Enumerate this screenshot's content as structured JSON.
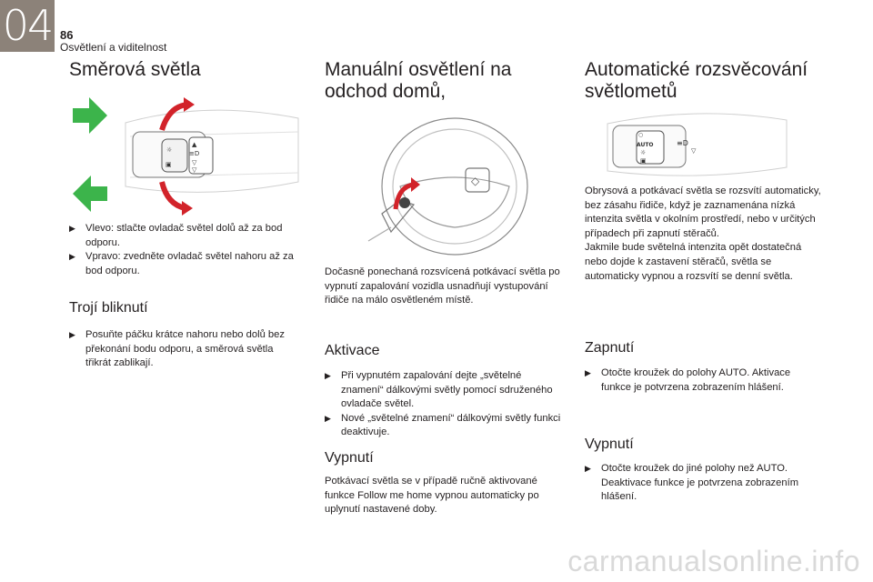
{
  "header": {
    "chapter": "04",
    "page_number": "86",
    "section": "Osvětlení a viditelnost"
  },
  "col1": {
    "title": "Směrová světla",
    "items": [
      "Vlevo: stlačte ovladač světel dolů až za bod odporu.",
      "Vpravo: zvedněte ovladač světel nahoru až za bod odporu."
    ],
    "sub_title": "Trojí bliknutí",
    "sub_items": [
      "Posuňte páčku krátce nahoru nebo dolů bez překonání bodu odporu, a směrová světla třikrát zablikají."
    ]
  },
  "col2": {
    "title": "Manuální osvětlení na odchod domů,",
    "intro": "Dočasně ponechaná rozsvícená potkávací světla po vypnutí zapalování vozidla usnadňují vystupování řidiče na málo osvětleném místě.",
    "activation_title": "Aktivace",
    "activation_items": [
      "Při vypnutém zapalování dejte „světelné znamení“ dálkovými světly pomocí sdruženého ovladače světel.",
      "Nové „světelné znamení“ dálkovými světly funkci deaktivuje."
    ],
    "off_title": "Vypnutí",
    "off_text": "Potkávací světla se v případě ručně aktivované funkce Follow me home vypnou automaticky po uplynutí nastavené doby."
  },
  "col3": {
    "title": "Automatické rozsvěcování světlometů",
    "intro": "Obrysová a potkávací světla se rozsvítí automaticky, bez zásahu řidiče, když je zaznamenána nízká intenzita světla v okolním prostředí, nebo v určitých případech při zapnutí stěračů.\nJakmile bude světelná intenzita opět dostatečná nebo dojde k zastavení stěračů, světla se automaticky vypnou a rozsvítí se denní světla.",
    "on_title": "Zapnutí",
    "on_items": [
      "Otočte kroužek do polohy AUTO. Aktivace funkce je potvrzena zobrazením hlášení."
    ],
    "off_title": "Vypnutí",
    "off_items": [
      "Otočte kroužek do jiné polohy než AUTO. Deaktivace funkce je potvrzena zobrazením hlášení."
    ]
  },
  "figures": {
    "auto_label": "AUTO"
  },
  "list_marker": "",
  "watermark": "carmanualsonline.info",
  "colors": {
    "chapter_bg": "#8c8279",
    "arrow_green": "#3cb44b",
    "arrow_red": "#d2232a"
  }
}
